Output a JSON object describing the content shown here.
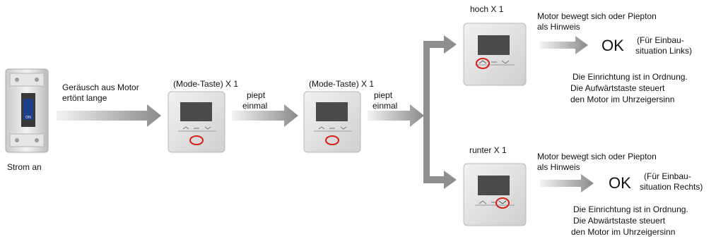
{
  "power": {
    "label": "Strom an",
    "switch_text": "ON"
  },
  "step1": {
    "text_line1": "Geräusch aus Motor",
    "text_line2": "ertönt lange"
  },
  "step2": {
    "title": "(Mode-Taste) X 1",
    "beep_line1": "piept",
    "beep_line2": "einmal"
  },
  "step3": {
    "title": "(Mode-Taste) X 1",
    "beep_line1": "piept",
    "beep_line2": "einmal"
  },
  "branch_up": {
    "title": "hoch X 1",
    "feedback_line1": "Motor bewegt sich oder Piepton",
    "feedback_line2": "als Hinweis",
    "ok": "OK",
    "note_line1": "(Für Einbau-",
    "note_line2": "situation Links)",
    "desc_line1": "Die Einrichtung ist in Ordnung.",
    "desc_line2": "Die Aufwärtstaste steuert",
    "desc_line3": "den Motor im Uhrzeigersinn"
  },
  "branch_down": {
    "title": "runter X 1",
    "feedback_line1": "Motor bewegt sich oder Piepton",
    "feedback_line2": "als Hinweis",
    "ok": "OK",
    "note_line1": "(Für Einbau-",
    "note_line2": "situation Rechts)",
    "desc_line1": "Die Einrichtung ist in Ordnung.",
    "desc_line2": "Die Abwärtstaste steuert",
    "desc_line3": "den Motor im Uhrzeigersinn"
  },
  "colors": {
    "arrow": "#8e8e8e",
    "highlight": "#d61f1f",
    "device": "#e4e4e4",
    "screen": "#4a4a4a",
    "switch": "#1f3f8a"
  }
}
